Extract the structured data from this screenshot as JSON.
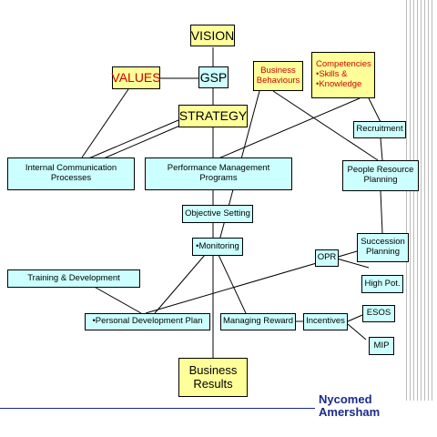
{
  "boxes": {
    "vision": "VISION",
    "values": "VALUES",
    "gsp": "GSP",
    "business_behaviours": "Business Behaviours",
    "competencies": "Competencies",
    "competencies_skills": "•Skills &",
    "competencies_knowledge": "•Knowledge",
    "strategy": "STRATEGY",
    "recruitment": "Recruitment",
    "internal_communication": "Internal Communication Processes",
    "performance_management": "Performance Management Programs",
    "people_resource_planning": "People Resource Planning",
    "objective_setting": "Objective Setting",
    "monitoring": "•Monitoring",
    "succession_planning": "Succession Planning",
    "opr": "OPR",
    "training_development": "Training & Development",
    "high_pot": "High Pot.",
    "personal_development_plan": "•Personal Development Plan",
    "managing_reward": "Managing Reward",
    "incentives": "Incentives",
    "esos": "ESOS",
    "mip": "MIP",
    "business_results": "Business Results"
  },
  "logo": {
    "line1": "Nycomed",
    "line2": "Amersham"
  },
  "colors": {
    "box_yellow": "#ffff99",
    "box_cyan": "#ccffff",
    "red_text": "#cc0000",
    "logo_blue": "#1a2a8a"
  }
}
